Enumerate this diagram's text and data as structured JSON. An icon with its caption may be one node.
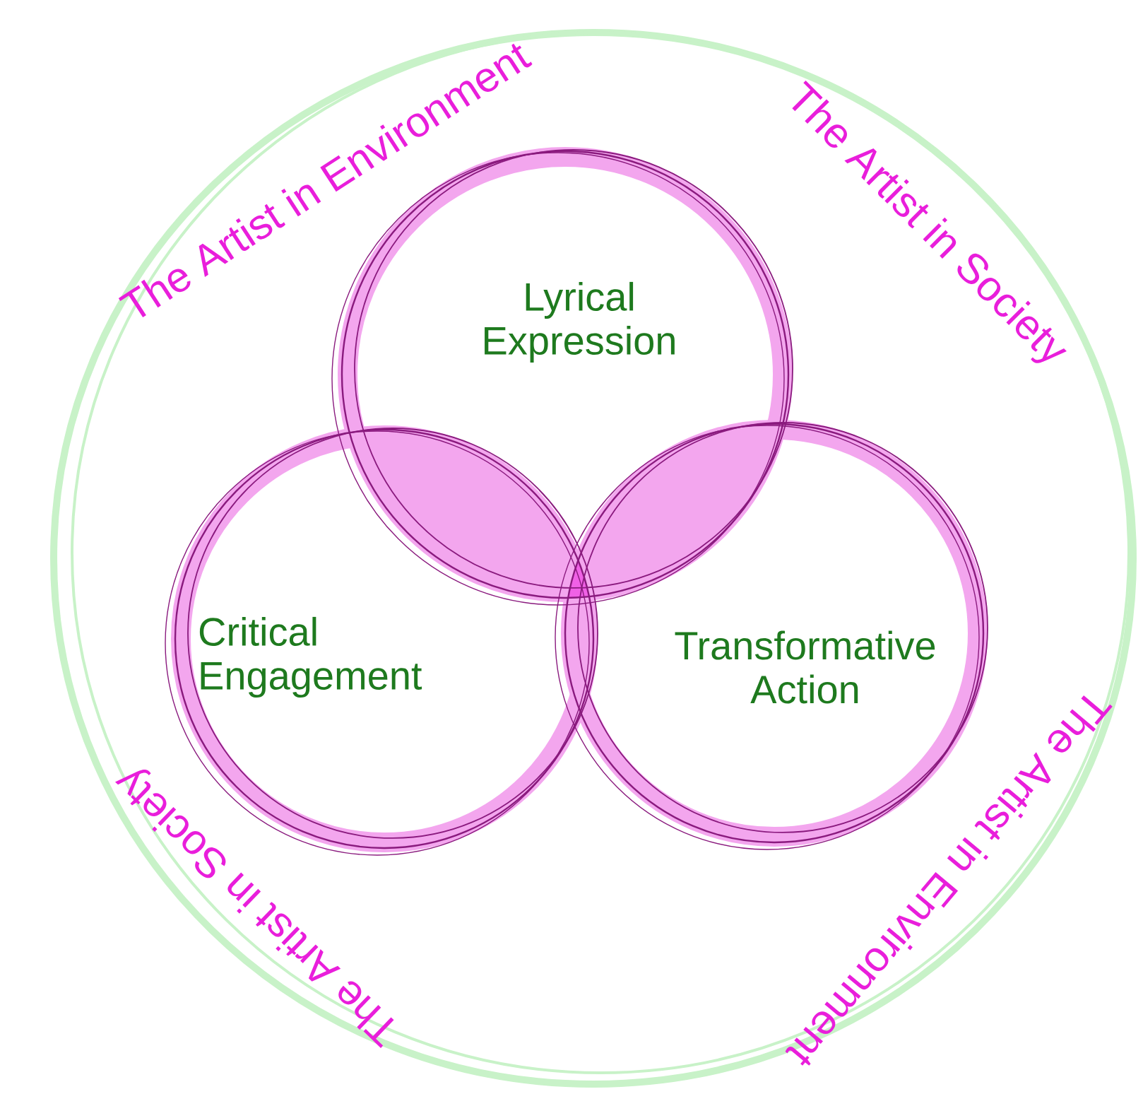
{
  "diagram": {
    "nodes": [
      {
        "text": [
          "The Artist in Environment",
          "The Artist in Society",
          "The Artist in Environment",
          "The Artist in Society"
        ]
      },
      {
        "text": [
          "Lyrical Expression"
        ],
        "in": 0
      },
      {
        "text": [
          "Critical Engagement"
        ],
        "in": 0
      },
      {
        "text": [
          "Transformative Action"
        ],
        "in": 0
      }
    ]
  }
}
